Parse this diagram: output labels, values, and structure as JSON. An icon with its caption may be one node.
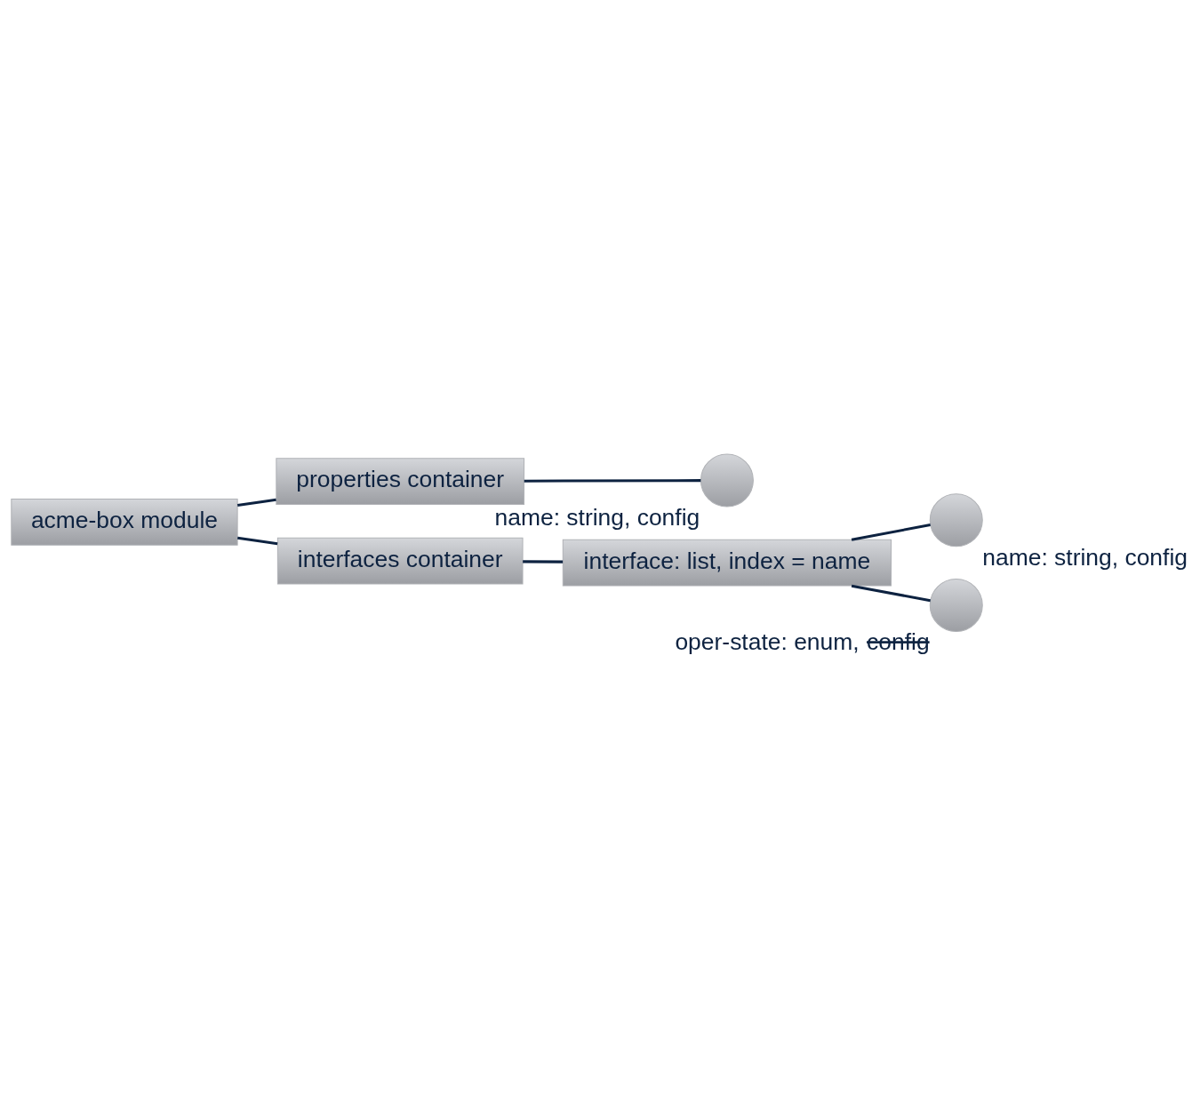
{
  "diagram": {
    "nodes": [
      {
        "text": [
          "acme-box module"
        ]
      },
      {
        "text": [
          "properties container"
        ]
      },
      {
        "text": [],
        "shape": "circle",
        "beside": [
          "name: string, config"
        ]
      },
      {
        "text": [
          "interfaces container"
        ]
      },
      {
        "text": [
          "interface: list, index = name"
        ]
      },
      {
        "text": [],
        "shape": "circle",
        "beside": [
          "name: string, config"
        ]
      },
      {
        "text": [],
        "shape": "circle",
        "beside": [
          "oper-state: enum,",
          "config"
        ]
      }
    ],
    "edges": [
      {
        "from": 0,
        "to": 1,
        "arrow": "none"
      },
      {
        "from": 1,
        "to": 2,
        "arrow": "none"
      },
      {
        "from": 0,
        "to": 3,
        "arrow": "none"
      },
      {
        "from": 3,
        "to": 4,
        "arrow": "none"
      },
      {
        "from": 4,
        "to": 5,
        "arrow": "none"
      },
      {
        "from": 4,
        "to": 6,
        "arrow": "none"
      }
    ]
  }
}
